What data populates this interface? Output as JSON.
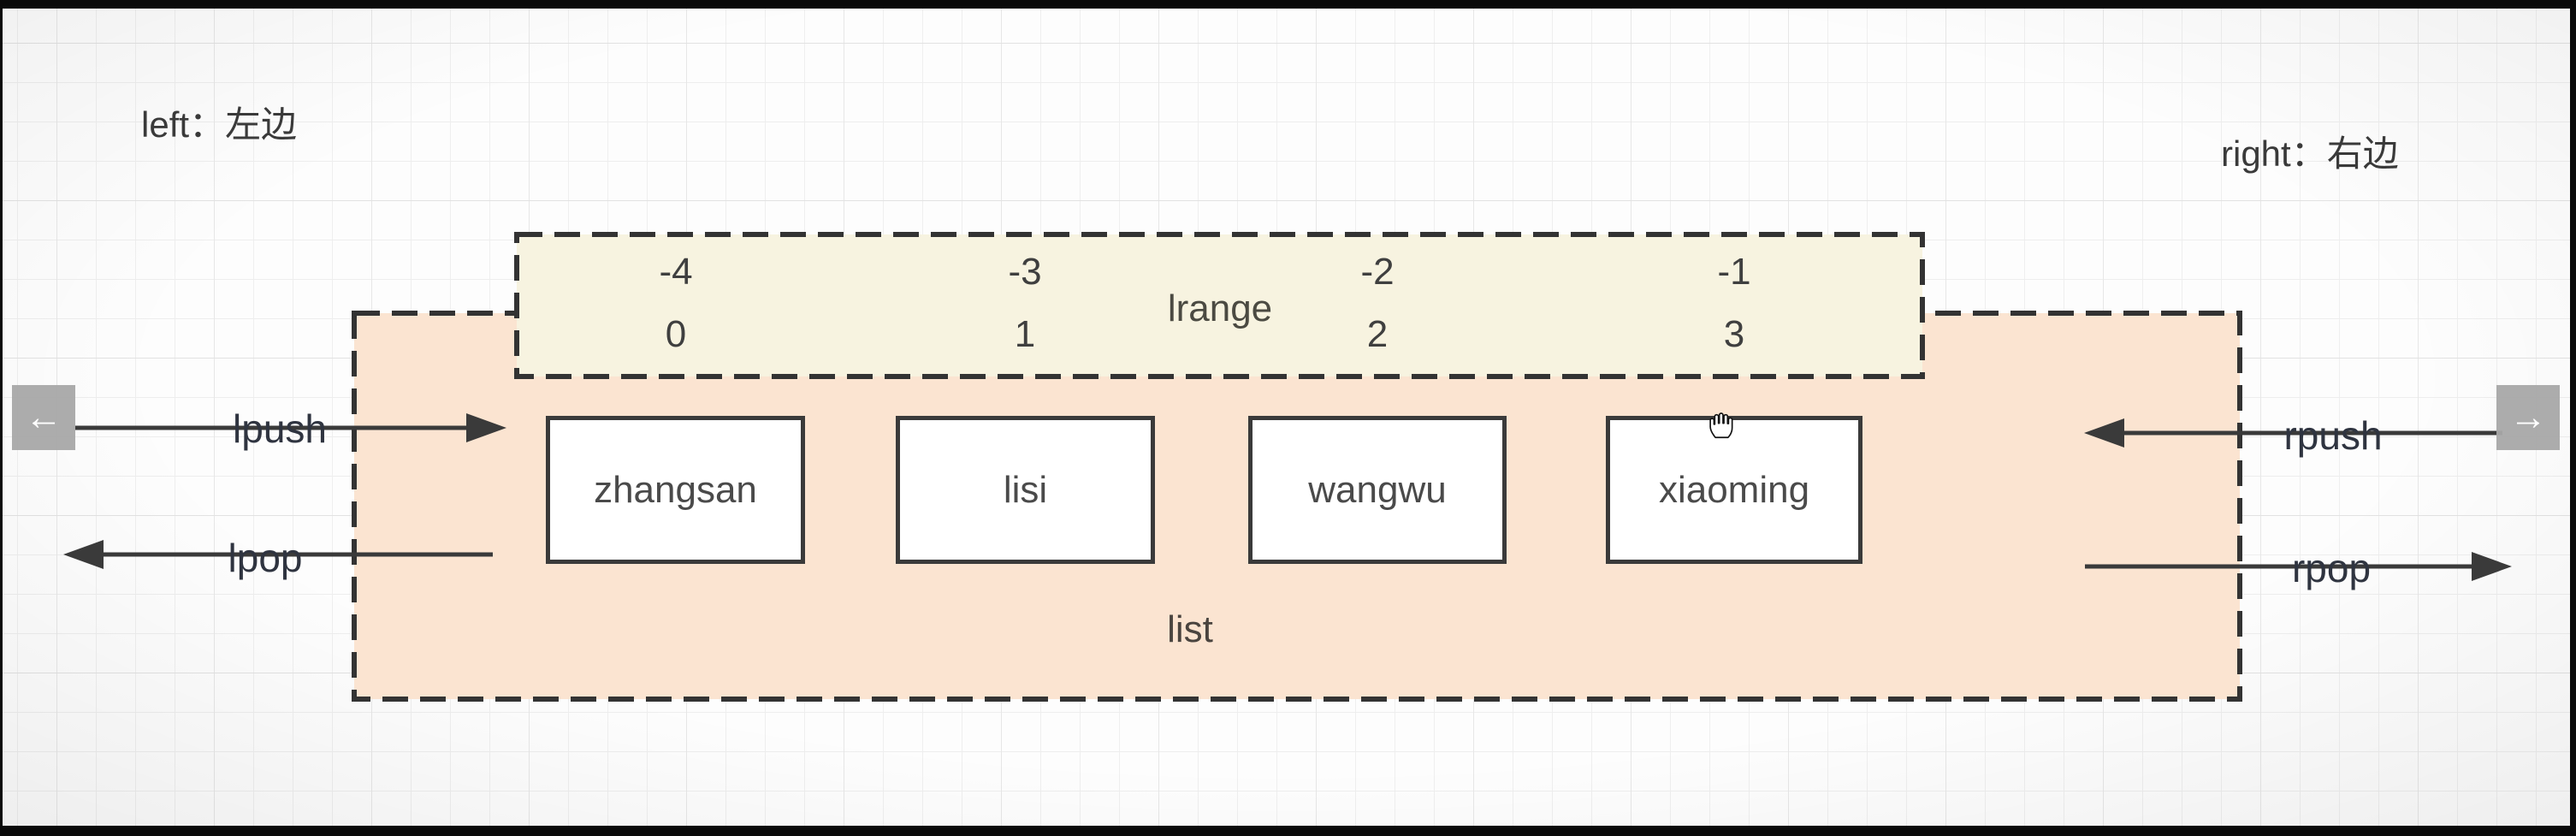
{
  "annotations": {
    "left_label": "left：左边",
    "right_label": "right：右边"
  },
  "lrange": {
    "label": "lrange",
    "negative_indices": [
      "-4",
      "-3",
      "-2",
      "-1"
    ],
    "positive_indices": [
      "0",
      "1",
      "2",
      "3"
    ]
  },
  "list": {
    "label": "list",
    "items": [
      "zhangsan",
      "lisi",
      "wangwu",
      "xiaoming"
    ]
  },
  "operations": {
    "lpush": "lpush",
    "lpop": "lpop",
    "rpush": "rpush",
    "rpop": "rpop"
  },
  "nav": {
    "prev": "←",
    "next": "→"
  },
  "colors": {
    "list_box_fill": "#fbe4d1",
    "lrange_box_fill": "#f7f3e0",
    "dashed_border": "#333333",
    "arrow": "#3a3a3a",
    "letterbox": "#0a0a0a",
    "nav_button": "#a8a8a8"
  }
}
